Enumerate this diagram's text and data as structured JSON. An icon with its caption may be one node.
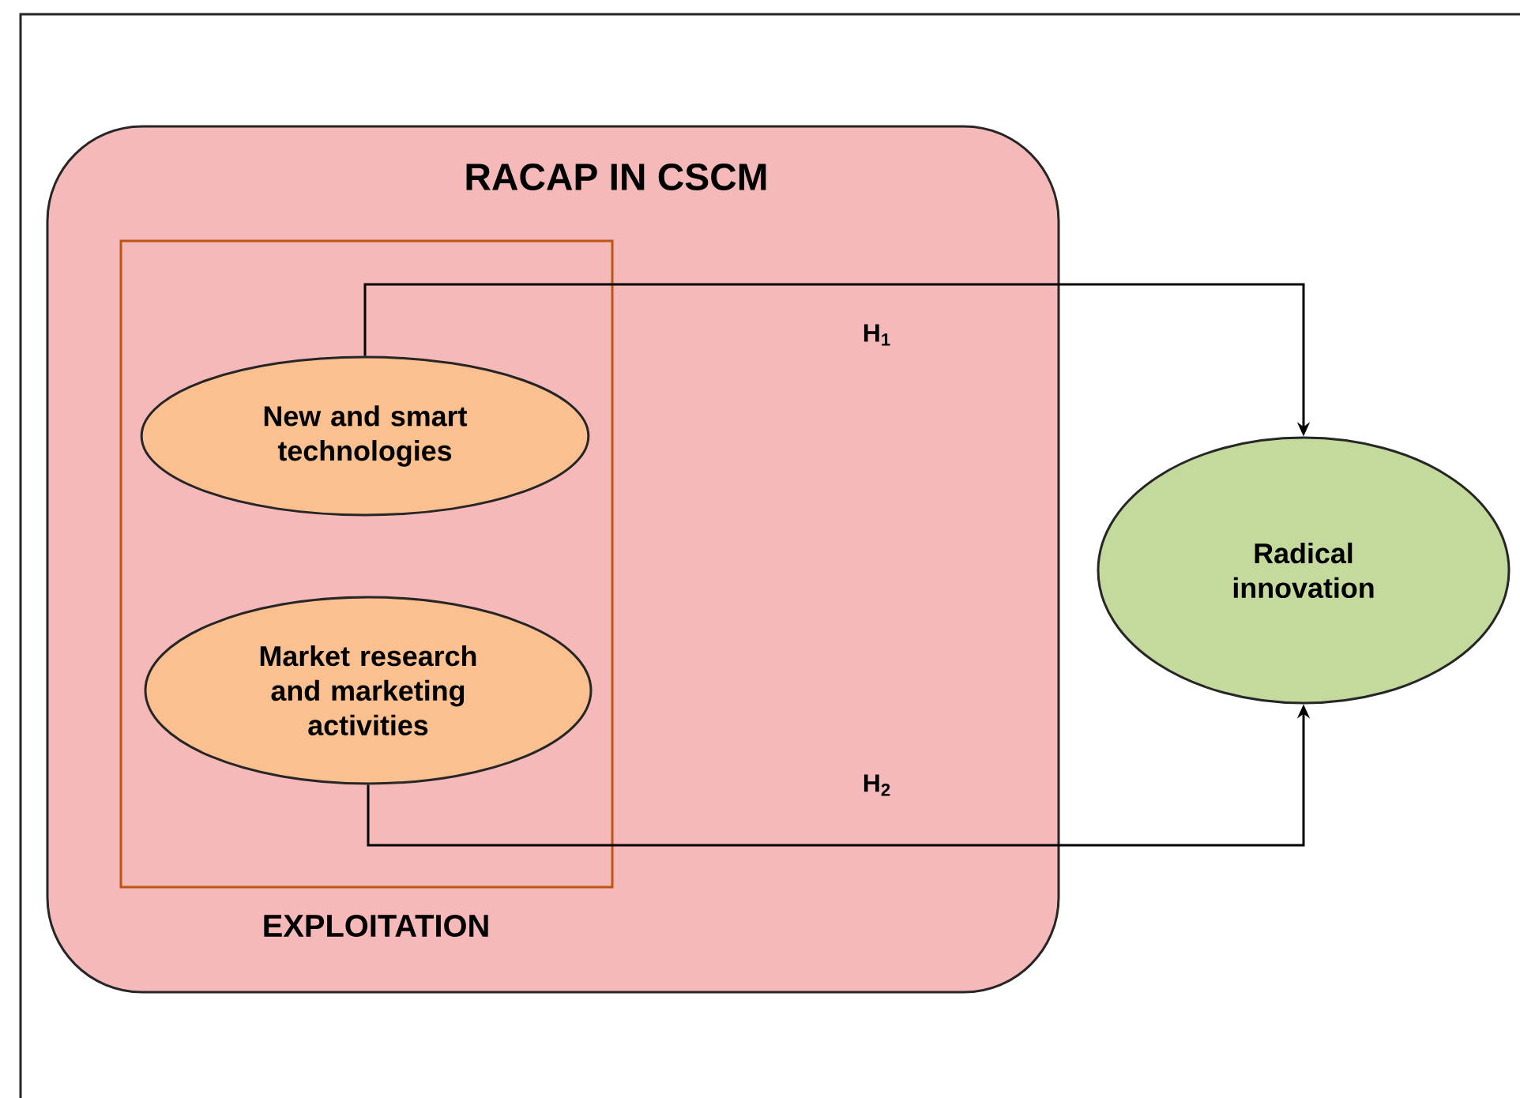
{
  "diagram": {
    "nodes": [
      {
        "text": [
          "RACAP IN CSCM"
        ]
      },
      {
        "text": [
          "EXPLOITATION"
        ],
        "in": 0
      },
      {
        "text": [
          "New and smart technologies"
        ],
        "in": 1
      },
      {
        "text": [
          "Market research and marketing activities"
        ],
        "in": 1
      },
      {
        "text": [
          "Radical innovation"
        ]
      }
    ],
    "edges": [
      {
        "from": 2,
        "to": 4,
        "arrow": "to",
        "label": "H$_{1}$"
      },
      {
        "from": 3,
        "to": 4,
        "arrow": "to",
        "label": "H$_{2}$"
      }
    ]
  }
}
